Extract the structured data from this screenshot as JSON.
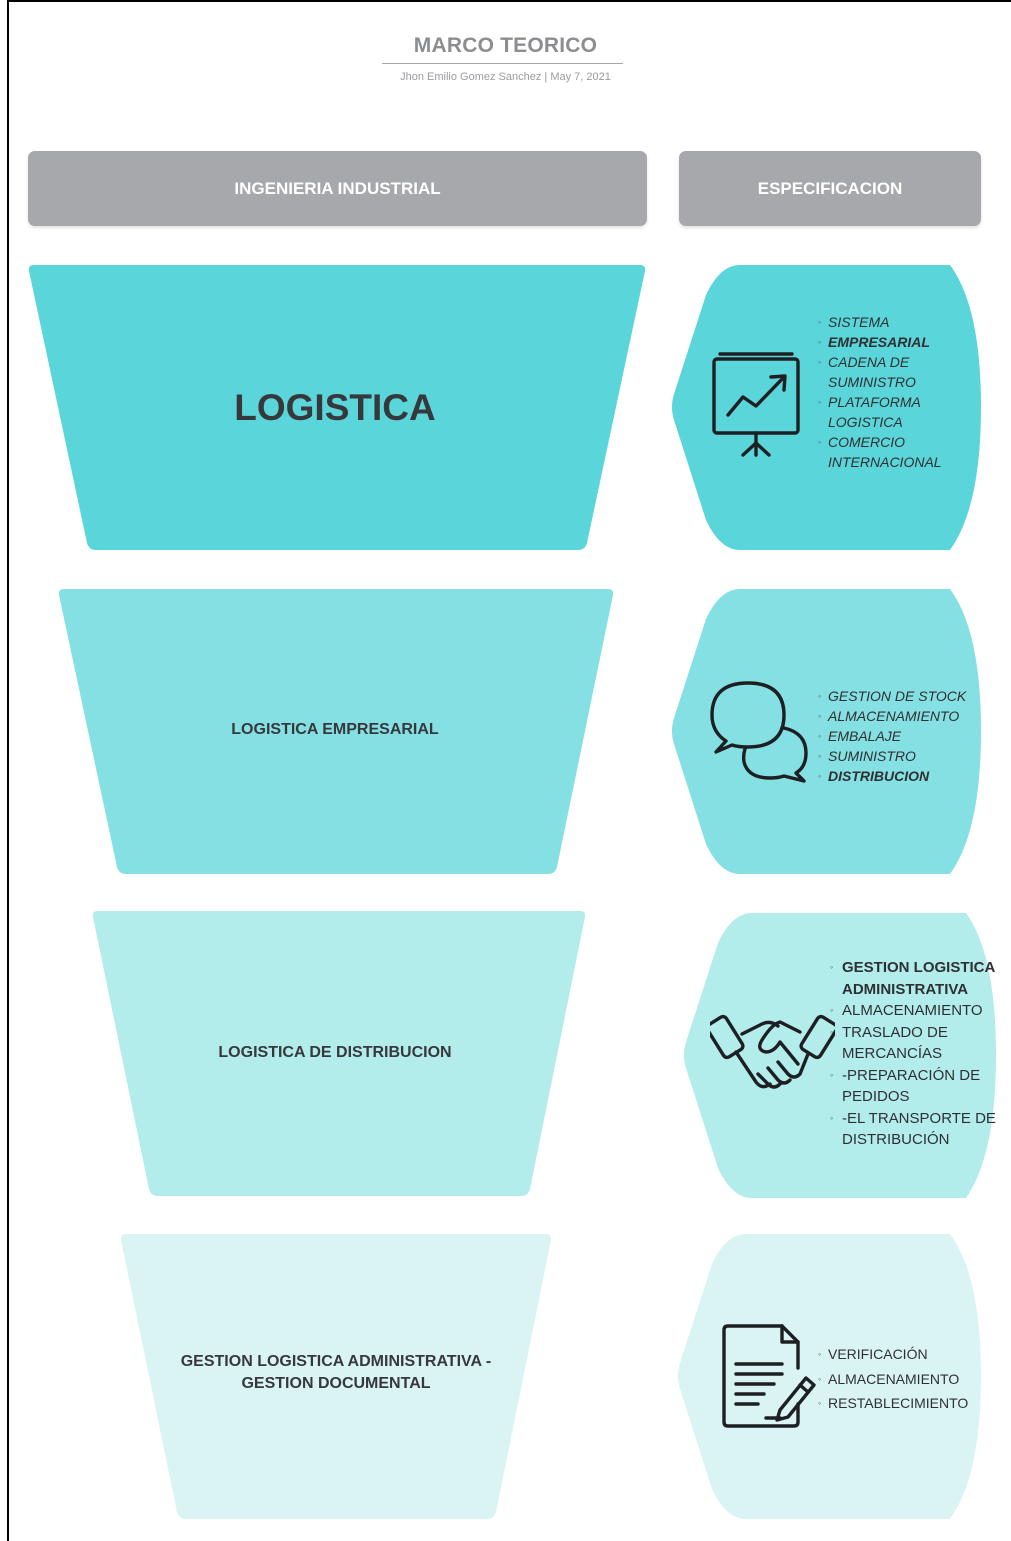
{
  "header": {
    "title": "MARCO TEORICO",
    "byline": "Jhon Emilio Gomez Sanchez  |  May 7, 2021"
  },
  "columns": {
    "left": "INGENIERIA INDUSTRIAL",
    "right": "ESPECIFICACION"
  },
  "colors": {
    "header_box": "#a7a8ab",
    "level1": "#5ad5d9",
    "level2": "#84e0e2",
    "level3": "#b2eceb",
    "level4": "#daf4f3"
  },
  "levels": [
    {
      "label": "LOGISTICA",
      "icon": "presentation-chart-icon",
      "items": [
        {
          "text": "SISTEMA",
          "bold": false
        },
        {
          "text": "EMPRESARIAL",
          "bold": true
        },
        {
          "text": "CADENA DE SUMINISTRO",
          "bold": false
        },
        {
          "text": "PLATAFORMA LOGISTICA",
          "bold": false
        },
        {
          "text": "COMERCIO INTERNACIONAL",
          "bold": false
        }
      ]
    },
    {
      "label": "LOGISTICA EMPRESARIAL",
      "icon": "chat-bubbles-icon",
      "items": [
        {
          "text": "GESTION DE STOCK",
          "bold": false
        },
        {
          "text": "ALMACENAMIENTO",
          "bold": false
        },
        {
          "text": "EMBALAJE",
          "bold": false
        },
        {
          "text": "SUMINISTRO",
          "bold": false
        },
        {
          "text": "DISTRIBUCION",
          "bold": true
        }
      ]
    },
    {
      "label": "LOGISTICA DE DISTRIBUCION",
      "icon": "handshake-icon",
      "items": [
        {
          "text": "GESTION LOGISTICA ADMINISTRATIVA",
          "bold": true
        },
        {
          "text": "ALMACENAMIENTO",
          "bold": false
        },
        {
          "text": "TRASLADO DE MERCANCÍAS",
          "bold": false
        },
        {
          "text": "-PREPARACIÓN DE PEDIDOS",
          "bold": false
        },
        {
          "text": "-EL TRANSPORTE DE DISTRIBUCIÓN",
          "bold": false
        }
      ]
    },
    {
      "label": "GESTION LOGISTICA ADMINISTRATIVA - GESTION DOCUMENTAL",
      "icon": "document-pen-icon",
      "items": [
        {
          "text": "VERIFICACIÓN",
          "bold": false
        },
        {
          "text": "ALMACENAMIENTO",
          "bold": false
        },
        {
          "text": "RESTABLECIMIENTO",
          "bold": false
        }
      ]
    }
  ]
}
